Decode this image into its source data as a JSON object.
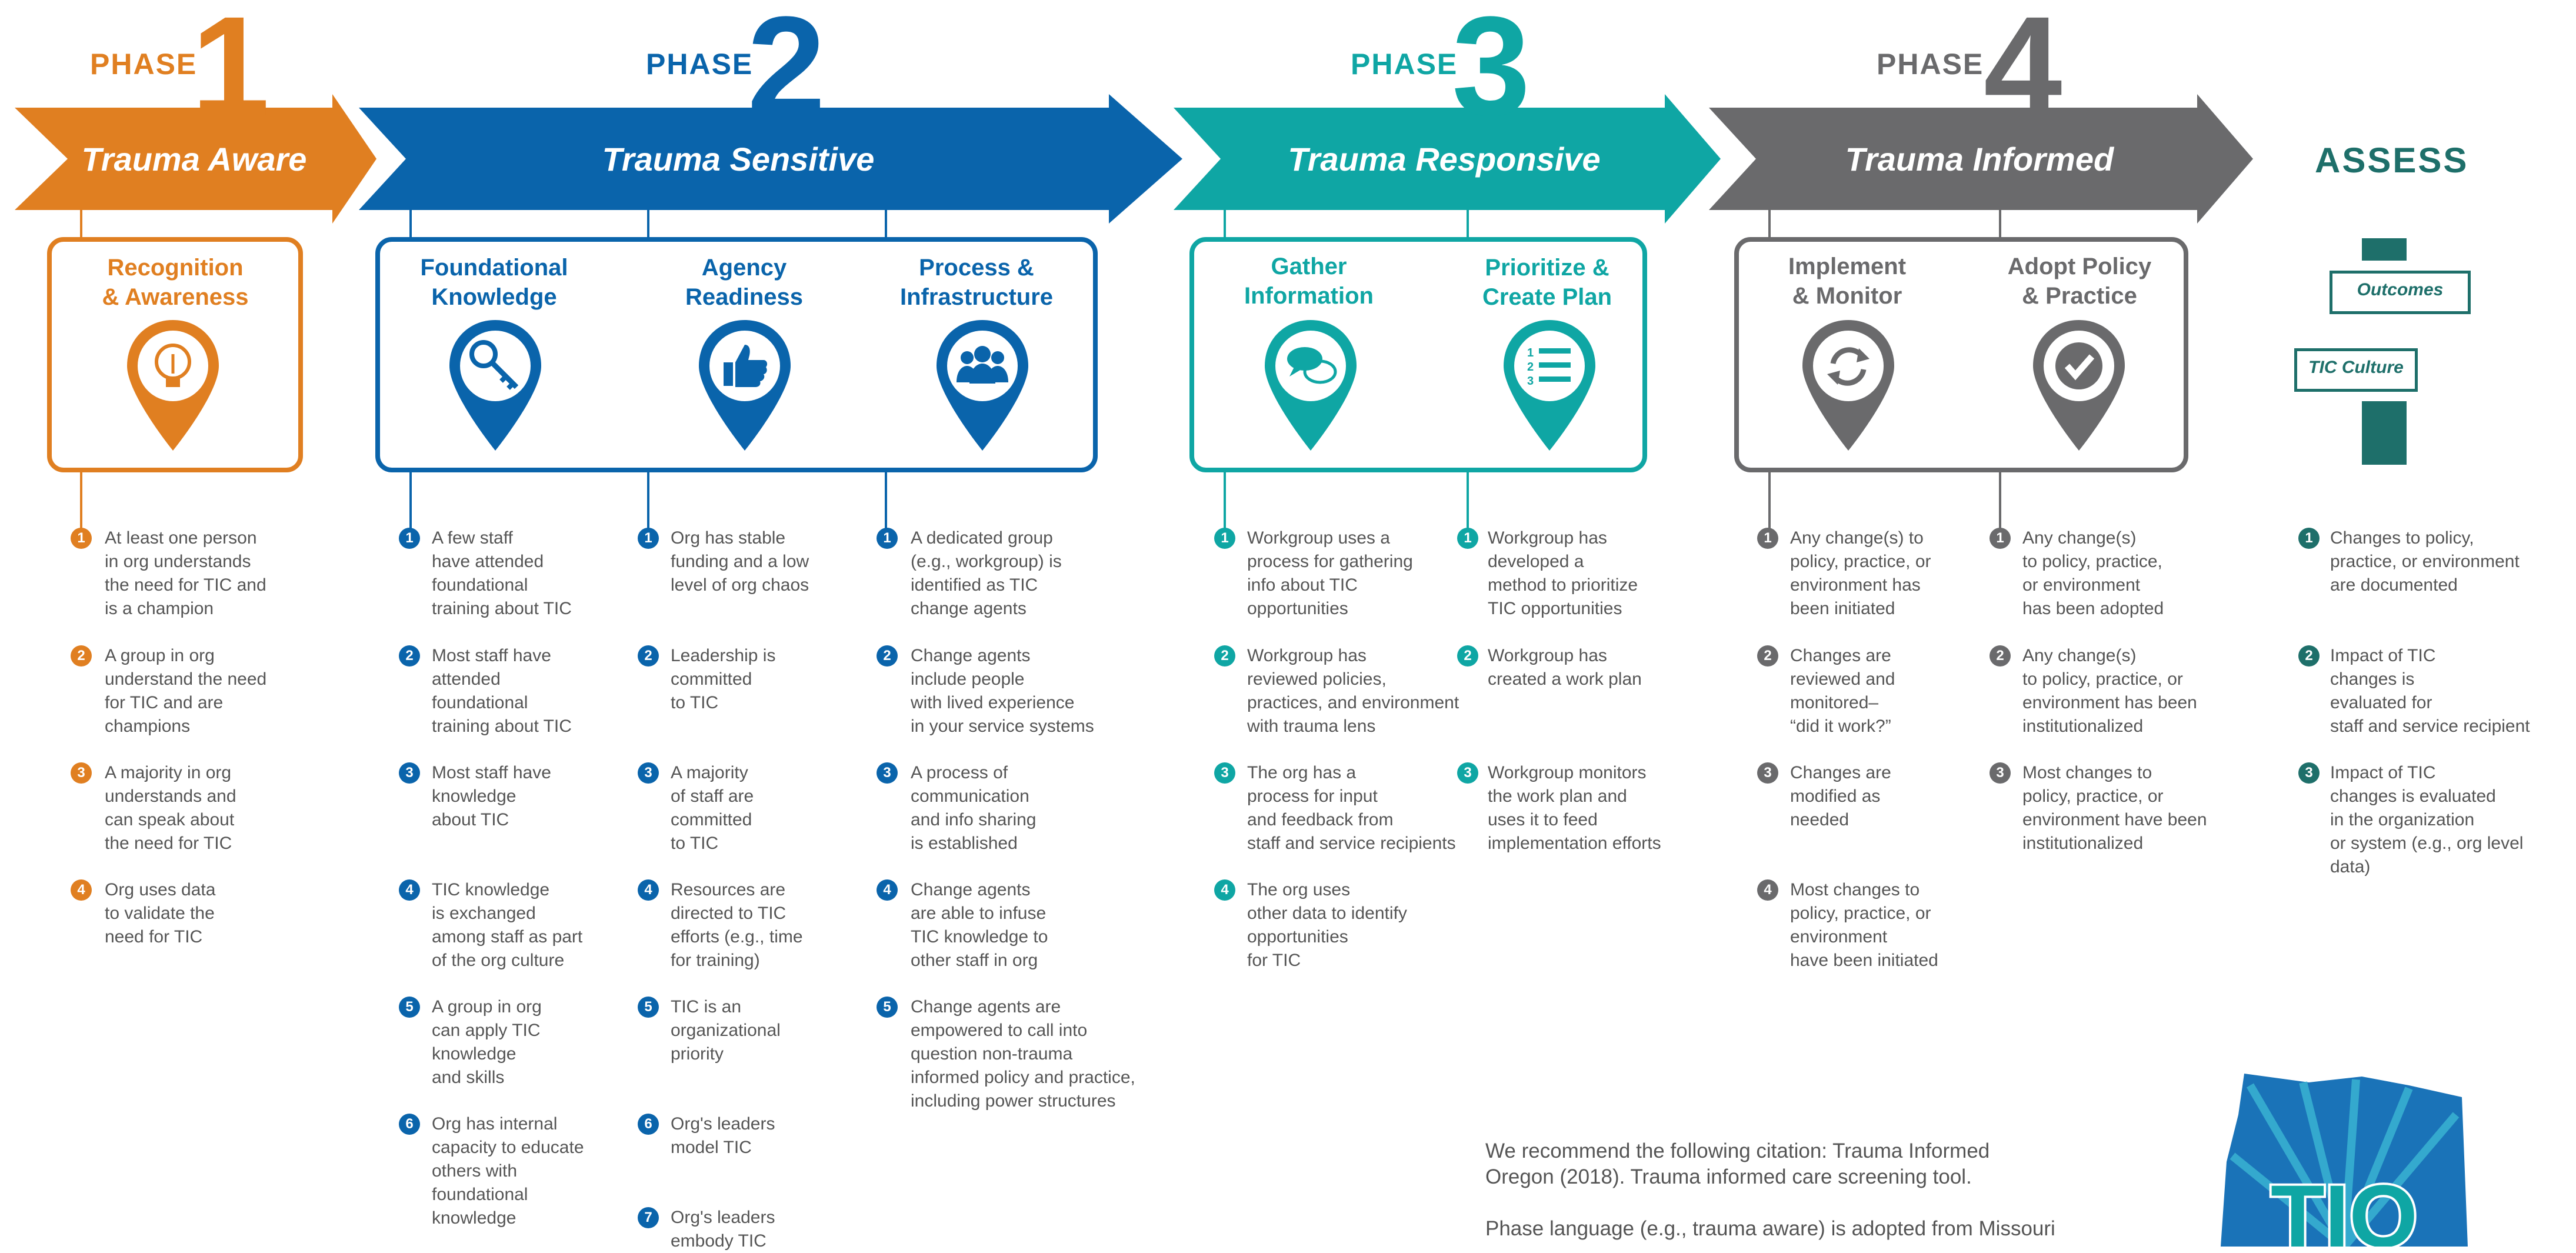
{
  "colors": {
    "phase1": "#e07f21",
    "phase2": "#0a64ab",
    "phase3": "#0fa6a4",
    "phase4": "#6a6a6c",
    "assess": "#1e6f6a",
    "text": "#555555"
  },
  "phases": [
    {
      "label": "PHASE",
      "number": "1",
      "title": "Trauma Aware"
    },
    {
      "label": "PHASE",
      "number": "2",
      "title": "Trauma Sensitive"
    },
    {
      "label": "PHASE",
      "number": "3",
      "title": "Trauma Responsive"
    },
    {
      "label": "PHASE",
      "number": "4",
      "title": "Trauma Informed"
    }
  ],
  "assess": {
    "title": "ASSESS",
    "sign_outcomes": "Outcomes",
    "sign_culture": "TIC Culture"
  },
  "columns": [
    {
      "head1": "Recognition",
      "head2": "& Awareness",
      "icon": "lightbulb-icon",
      "items": [
        "At least one person\nin org understands\nthe need for TIC and\nis a champion",
        "A group in org\nunderstand the need\nfor TIC and are\nchampions",
        "A majority in org\nunderstands and\ncan speak about\nthe need for TIC",
        "Org uses data\nto validate the\nneed for TIC"
      ]
    },
    {
      "head1": "Foundational",
      "head2": "Knowledge",
      "icon": "key-icon",
      "items": [
        "A few staff\nhave attended\nfoundational\ntraining about TIC",
        "Most staff have\nattended\nfoundational\ntraining about TIC",
        "Most staff have\nknowledge\nabout TIC",
        "TIC knowledge\nis exchanged\namong staff as part\nof the org culture",
        "A group in org\ncan apply TIC\nknowledge\nand skills",
        "Org has internal\ncapacity to educate\nothers with\nfoundational\nknowledge"
      ]
    },
    {
      "head1": "Agency",
      "head2": "Readiness",
      "icon": "thumbs-up-icon",
      "items": [
        "Org has stable\nfunding and a low\nlevel of org chaos",
        "Leadership is\ncommitted\nto TIC",
        "A majority\nof staff are\ncommitted\nto TIC",
        "Resources are\ndirected to TIC\nefforts (e.g., time\nfor training)",
        "TIC is an\norganizational\npriority",
        "Org's leaders\nmodel TIC",
        "Org's leaders\nembody TIC"
      ]
    },
    {
      "head1": "Process &",
      "head2": "Infrastructure",
      "icon": "people-icon",
      "items": [
        "A dedicated group\n(e.g., workgroup) is\nidentified as TIC\nchange agents",
        "Change agents\ninclude people\nwith lived experience\nin your service systems",
        "A process of\ncommunication\nand info sharing\nis established",
        "Change agents\nare able to infuse\nTIC knowledge to\nother staff in org",
        "Change agents are\nempowered to call into\nquestion non-trauma\ninformed policy and practice,\nincluding power structures"
      ]
    },
    {
      "head1": "Gather",
      "head2": "Information",
      "icon": "speech-bubbles-icon",
      "items": [
        "Workgroup uses a\nprocess for gathering\ninfo about TIC\nopportunities",
        "Workgroup has\nreviewed policies,\npractices, and environment\nwith trauma lens",
        "The org has a\nprocess for input\nand feedback from\nstaff and service recipients",
        "The org uses\nother data to identify\nopportunities\nfor TIC"
      ]
    },
    {
      "head1": "Prioritize &",
      "head2": "Create Plan",
      "icon": "numbered-list-icon",
      "items": [
        "Workgroup has\ndeveloped a\nmethod to prioritize\nTIC opportunities",
        "Workgroup has\ncreated a work plan",
        "Workgroup monitors\nthe work plan and\nuses it to feed\nimplementation efforts"
      ]
    },
    {
      "head1": "Implement",
      "head2": "& Monitor",
      "icon": "refresh-icon",
      "items": [
        "Any change(s) to\npolicy,  practice, or\nenvironment has\nbeen initiated",
        "Changes are\nreviewed and\nmonitored–\n“did it work?”",
        "Changes are\nmodified as\nneeded",
        "Most changes to\npolicy, practice, or\nenvironment\nhave been initiated"
      ]
    },
    {
      "head1": "Adopt Policy",
      "head2": "& Practice",
      "icon": "checkmark-icon",
      "items": [
        "Any change(s)\nto policy, practice,\nor environment\nhas been adopted",
        "Any change(s)\nto policy, practice, or\nenvironment has been\ninstitutionalized",
        "Most changes to\npolicy, practice, or\nenvironment have been\ninstitutionalized"
      ]
    },
    {
      "head1": "",
      "head2": "",
      "icon": "",
      "items": [
        "Changes to policy,\npractice, or environment\nare documented",
        "Impact of TIC\nchanges is\nevaluated for\nstaff and service recipient",
        "Impact of TIC\nchanges is evaluated\nin the organization\nor system (e.g., org level\ndata)"
      ]
    }
  ],
  "citation": "We recommend the following citation: Trauma Informed\nOregon (2018). Trauma informed care screening tool.\n\nPhase language (e.g., trauma aware) is adopted from Missouri",
  "logo_text": "TIO"
}
